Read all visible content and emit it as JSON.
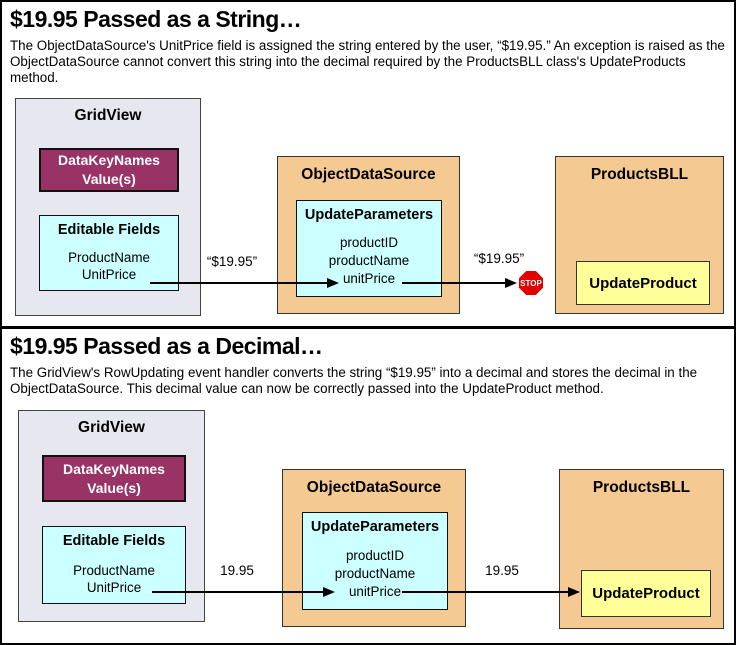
{
  "colors": {
    "gridview_bg": "#e7e7f0",
    "datakeynames_bg": "#993366",
    "field_box_bg": "#ccffff",
    "component_bg": "#f4c992",
    "method_bg": "#ffff99",
    "stop_red": "#e00000",
    "arrow_black": "#000000"
  },
  "panels": [
    {
      "title": "$19.95 Passed as a String…",
      "description": "The ObjectDataSource's UnitPrice field is assigned the string entered by the user, “$19.95.” An exception is raised as the ObjectDataSource cannot convert this string into the decimal required by the ProductsBLL class's UpdateProducts method.",
      "gridview": {
        "title": "GridView",
        "datakeynames_line1": "DataKeyNames",
        "datakeynames_line2": "Value(s)",
        "editable_fields_title": "Editable Fields",
        "fields": [
          "ProductName",
          "UnitPrice"
        ]
      },
      "objectdatasource": {
        "title": "ObjectDataSource",
        "updateparameters_title": "UpdateParameters",
        "parameters": [
          "productID",
          "productName",
          "unitPrice"
        ]
      },
      "productsbll": {
        "title": "ProductsBLL",
        "method": "UpdateProduct"
      },
      "arrow1_label": "“$19.95”",
      "arrow2_label": "“$19.95”",
      "stop_label": "STOP"
    },
    {
      "title": "$19.95 Passed as a Decimal…",
      "description": "The GridView's RowUpdating event handler converts the string “$19.95” into a decimal and stores the decimal in the ObjectDataSource. This decimal value can now be correctly passed into the UpdateProduct method.",
      "gridview": {
        "title": "GridView",
        "datakeynames_line1": "DataKeyNames",
        "datakeynames_line2": "Value(s)",
        "editable_fields_title": "Editable Fields",
        "fields": [
          "ProductName",
          "UnitPrice"
        ]
      },
      "objectdatasource": {
        "title": "ObjectDataSource",
        "updateparameters_title": "UpdateParameters",
        "parameters": [
          "productID",
          "productName",
          "unitPrice"
        ]
      },
      "productsbll": {
        "title": "ProductsBLL",
        "method": "UpdateProduct"
      },
      "arrow1_label": "19.95",
      "arrow2_label": "19.95"
    }
  ]
}
